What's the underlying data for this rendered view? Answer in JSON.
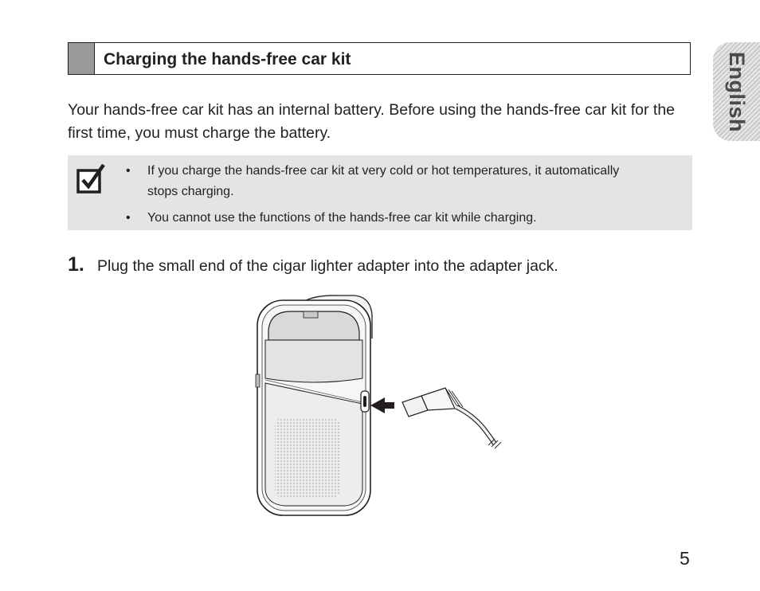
{
  "section": {
    "title": "Charging the hands-free car kit"
  },
  "language_tab": {
    "label": "English"
  },
  "intro": {
    "text": "Your hands-free car kit has an internal battery. Before using the hands-free car kit for the first time, you must charge the battery."
  },
  "note": {
    "icon": "check-box-icon",
    "bullet": "•",
    "items": [
      "If you charge the hands-free car kit at very cold or hot temperatures, it automatically stops charging.",
      "You cannot use the functions of the hands-free car kit while charging."
    ]
  },
  "steps": [
    {
      "number": "1.",
      "text": "Plug the small end of the cigar lighter adapter into the adapter jack."
    }
  ],
  "figure": {
    "description_icon": "car-kit-charging-illustration"
  },
  "page": {
    "number": "5"
  },
  "colors": {
    "header_block": "#9a9a9a",
    "note_background": "#e4e4e4",
    "text": "#231f20"
  }
}
